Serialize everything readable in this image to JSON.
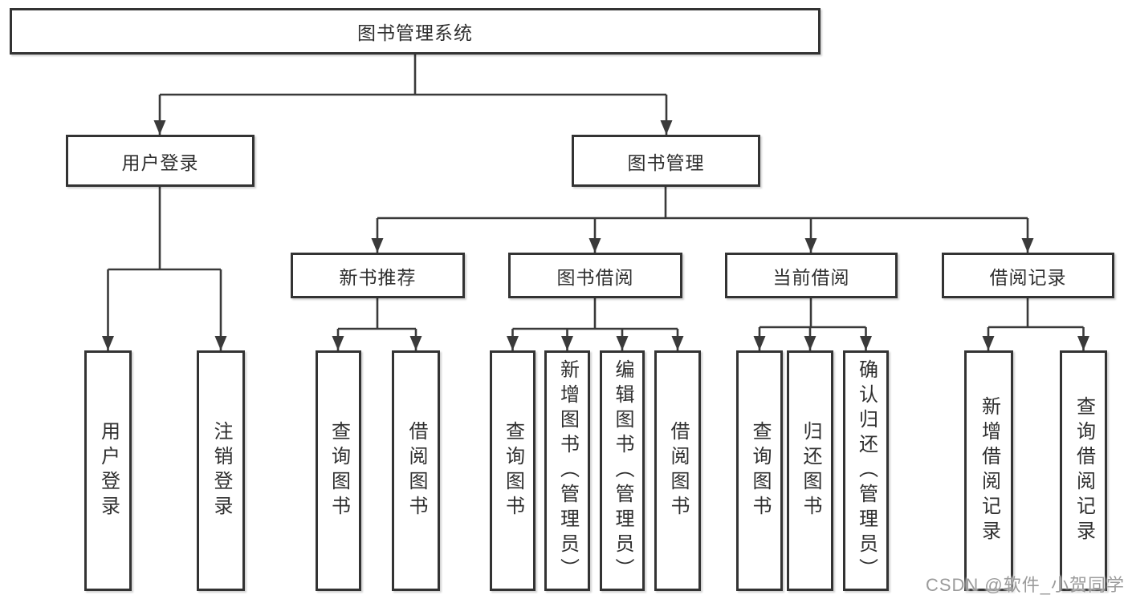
{
  "diagram": {
    "root_label": "图书管理系统",
    "branches": [
      {
        "label": "用户登录",
        "children": [
          "用户登录",
          "注销登录"
        ]
      },
      {
        "label": "图书管理",
        "sections": [
          {
            "label": "新书推荐",
            "children": [
              "查询图书",
              "借阅图书"
            ]
          },
          {
            "label": "图书借阅",
            "children": [
              "查询图书",
              "新增图书（管理员）",
              "编辑图书（管理员）",
              "借阅图书"
            ]
          },
          {
            "label": "当前借阅",
            "children": [
              "查询图书",
              "归还图书",
              "确认归还（管理员）"
            ]
          },
          {
            "label": "借阅记录",
            "children": [
              "新增借阅记录",
              "查询借阅记录"
            ]
          }
        ]
      }
    ],
    "watermark": "CSDN @软件_小贺同学"
  },
  "colors": {
    "line": "#3a3a3a",
    "box_border": "#333333",
    "box_fill": "#ffffff",
    "text": "#2f2f2f",
    "watermark": "#9b9b9b"
  }
}
